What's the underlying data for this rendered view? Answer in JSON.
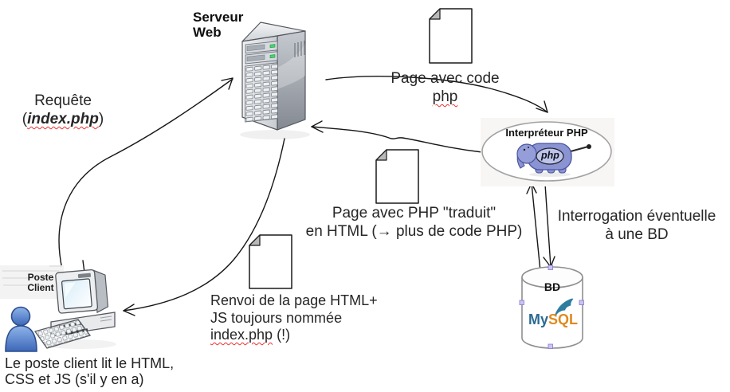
{
  "diagram": {
    "nodes": {
      "server": {
        "icon": "server-tower-icon",
        "label_line1": "Serveur",
        "label_line2": "Web"
      },
      "client": {
        "icon": "client-computer-icon",
        "label_line1": "Poste",
        "label_line2": "Client",
        "caption_line1": "Le poste client lit le HTML,",
        "caption_line2": "CSS et JS (s'il y en a)"
      },
      "php_interpreter": {
        "icon": "php-elephant-icon",
        "label": "Interpréteur PHP",
        "logo_text": "php"
      },
      "database": {
        "icon": "database-cylinder-icon",
        "label": "BD",
        "logo_part1": "My",
        "logo_part2": "SQL"
      }
    },
    "annotations": {
      "request": {
        "line1": "Requête",
        "paren_open": "(",
        "file": "index.php",
        "paren_close": ")"
      },
      "page_with_php": {
        "line1": "Page avec code",
        "line2": "php"
      },
      "page_translated": {
        "line1": "Page avec PHP \"traduit\"",
        "line2": "en HTML (→ plus de code PHP)"
      },
      "db_query": {
        "line1": "Interrogation éventuelle",
        "line2": "à une BD"
      },
      "return_page": {
        "line1": "Renvoi de la page HTML+",
        "line2": "JS toujours nommée",
        "file": "index.php",
        "suffix": " (!)"
      }
    },
    "colors": {
      "led_green": "#3fd96a",
      "person_blue": "#4a76c4",
      "elephant_blue": "#8a94d2",
      "mysql_blue": "#2a6a92",
      "mysql_orange": "#df8a1e",
      "spellcheck_red": "#ef2e2e",
      "selection_handle": "#cbc4f2"
    }
  }
}
